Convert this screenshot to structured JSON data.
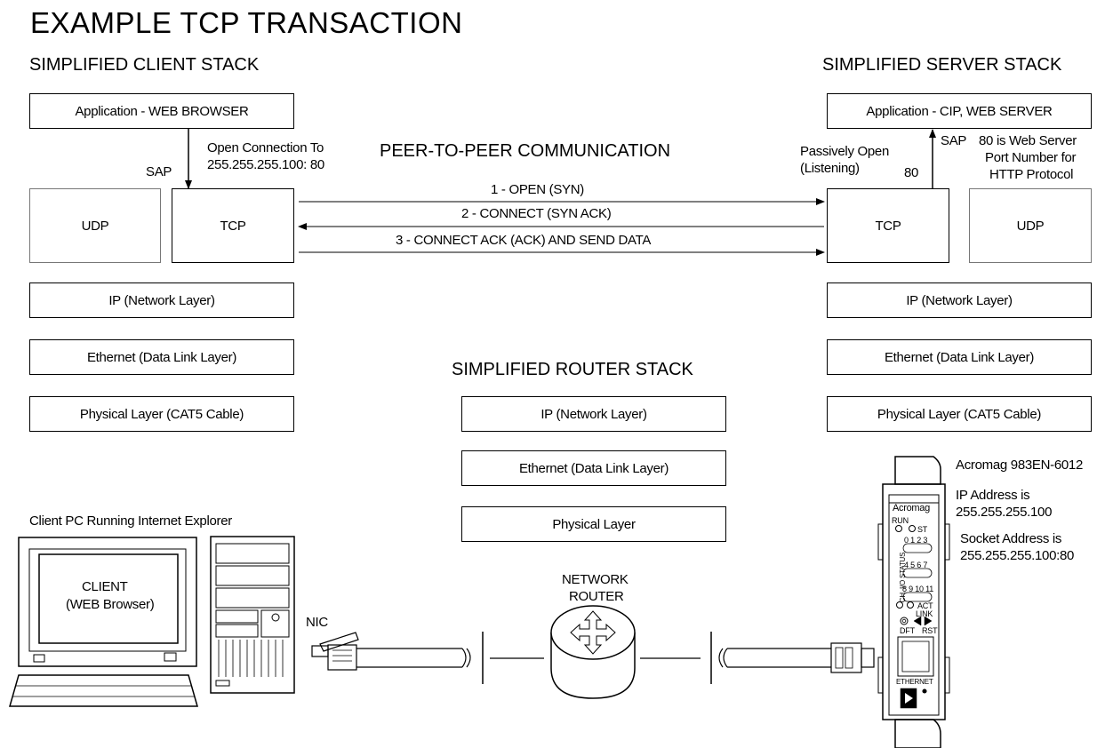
{
  "title": "EXAMPLE TCP TRANSACTION",
  "client": {
    "heading": "SIMPLIFIED CLIENT STACK",
    "application": "Application - WEB BROWSER",
    "sap": "SAP",
    "open_connection_1": "Open Connection To",
    "open_connection_2": "255.255.255.100: 80",
    "udp": "UDP",
    "tcp": "TCP",
    "ip": "IP (Network Layer)",
    "ethernet": "Ethernet (Data Link Layer)",
    "physical": "Physical Layer (CAT5 Cable)"
  },
  "server": {
    "heading": "SIMPLIFIED SERVER STACK",
    "application": "Application - CIP, WEB SERVER",
    "sap": "SAP",
    "port_note_1": "80 is Web Server",
    "port_note_2": "Port Number for",
    "port_note_3": "HTTP Protocol",
    "passive_1": "Passively Open",
    "passive_2": "(Listening)",
    "port": "80",
    "tcp": "TCP",
    "udp": "UDP",
    "ip": "IP (Network Layer)",
    "ethernet": "Ethernet (Data Link Layer)",
    "physical": "Physical Layer (CAT5 Cable)"
  },
  "peer": {
    "heading": "PEER-TO-PEER COMMUNICATION",
    "step1": "1 - OPEN (SYN)",
    "step2": "2 - CONNECT (SYN ACK)",
    "step3": "3 - CONNECT ACK (ACK) AND SEND DATA"
  },
  "router": {
    "heading": "SIMPLIFIED ROUTER STACK",
    "ip": "IP (Network Layer)",
    "ethernet": "Ethernet (Data Link Layer)",
    "physical": "Physical Layer",
    "label_1": "NETWORK",
    "label_2": "ROUTER"
  },
  "pc": {
    "caption": "Client PC Running Internet Explorer",
    "screen_1": "CLIENT",
    "screen_2": "(WEB Browser)",
    "nic": "NIC"
  },
  "device": {
    "model": "Acromag 983EN-6012",
    "ip_1": "IP Address is",
    "ip_2": "255.255.255.100",
    "socket_1": "Socket Address is",
    "socket_2": "255.255.255.100:80",
    "brand": "Acromag",
    "run": "RUN",
    "st": "ST",
    "ch_io_status": "CH. I/O STATUS",
    "ch_row1": "0 1 2 3",
    "ch_row2": "4 5 6 7",
    "ch_row3": "8 9 10 11",
    "act": "ACT",
    "link": "LINK",
    "dft": "DFT",
    "rst": "RST",
    "ethernet": "ETHERNET"
  }
}
